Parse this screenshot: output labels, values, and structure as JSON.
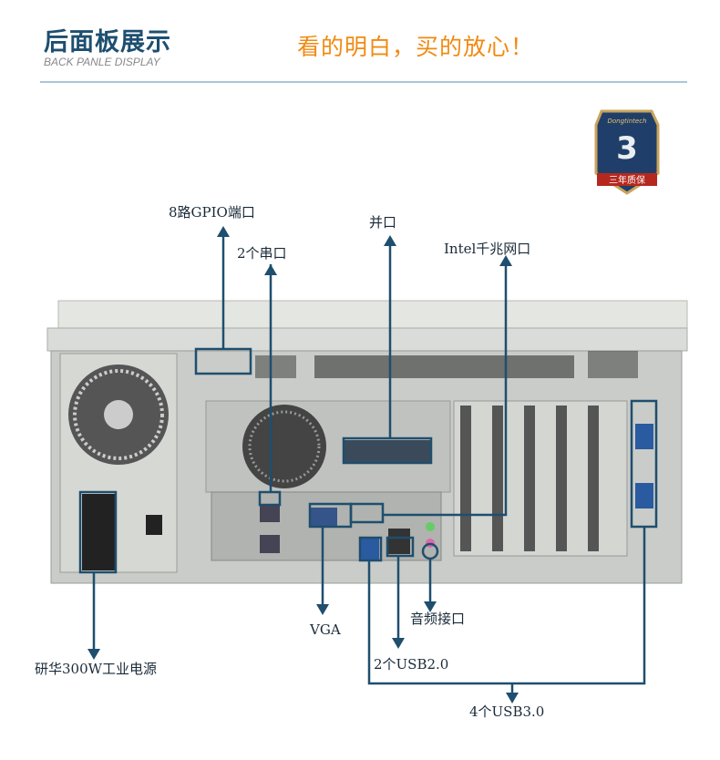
{
  "header": {
    "title": "后面板展示",
    "subtitle": "BACK PANLE DISPLAY",
    "slogan": "看的明白，买的放心！"
  },
  "badge": {
    "brand": "Dongtintech",
    "number": "3",
    "text": "三年质保"
  },
  "labels": {
    "gpio": "8路GPIO端口",
    "serial": "2个串口",
    "parallel": "并口",
    "lan": "Intel千兆网口",
    "vga": "VGA",
    "audio": "音频接口",
    "usb2": "2个USB2.0",
    "usb3": "4个USB3.0",
    "power": "研华300W工业电源"
  },
  "colors": {
    "title": "#1d4f70",
    "slogan": "#f08a12",
    "callout": "#1f4e6e",
    "chassis": "#d7dad6"
  }
}
